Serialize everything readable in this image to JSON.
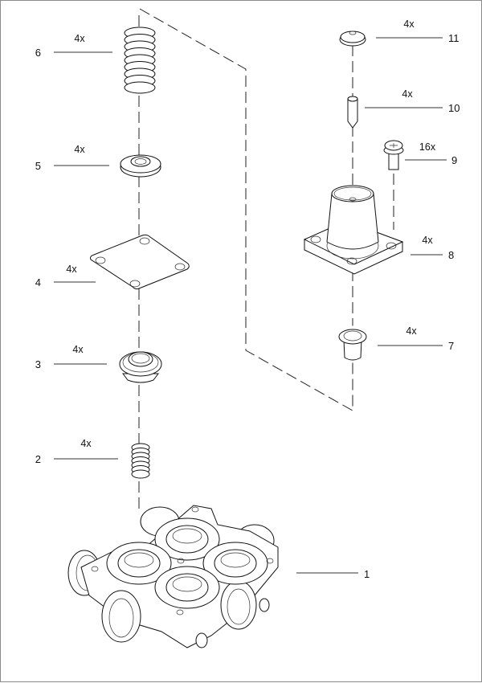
{
  "diagram": {
    "type": "exploded-parts-view",
    "callouts": [
      {
        "number": "1",
        "quantity": "",
        "part": "valve-body"
      },
      {
        "number": "2",
        "quantity": "4x",
        "part": "small-spring"
      },
      {
        "number": "3",
        "quantity": "4x",
        "part": "valve-seat"
      },
      {
        "number": "4",
        "quantity": "4x",
        "part": "gasket-plate"
      },
      {
        "number": "5",
        "quantity": "4x",
        "part": "washer-seal"
      },
      {
        "number": "6",
        "quantity": "4x",
        "part": "large-spring"
      },
      {
        "number": "7",
        "quantity": "4x",
        "part": "bushing"
      },
      {
        "number": "8",
        "quantity": "4x",
        "part": "valve-housing-cover"
      },
      {
        "number": "9",
        "quantity": "16x",
        "part": "screw"
      },
      {
        "number": "10",
        "quantity": "4x",
        "part": "pin"
      },
      {
        "number": "11",
        "quantity": "4x",
        "part": "cap"
      }
    ]
  }
}
